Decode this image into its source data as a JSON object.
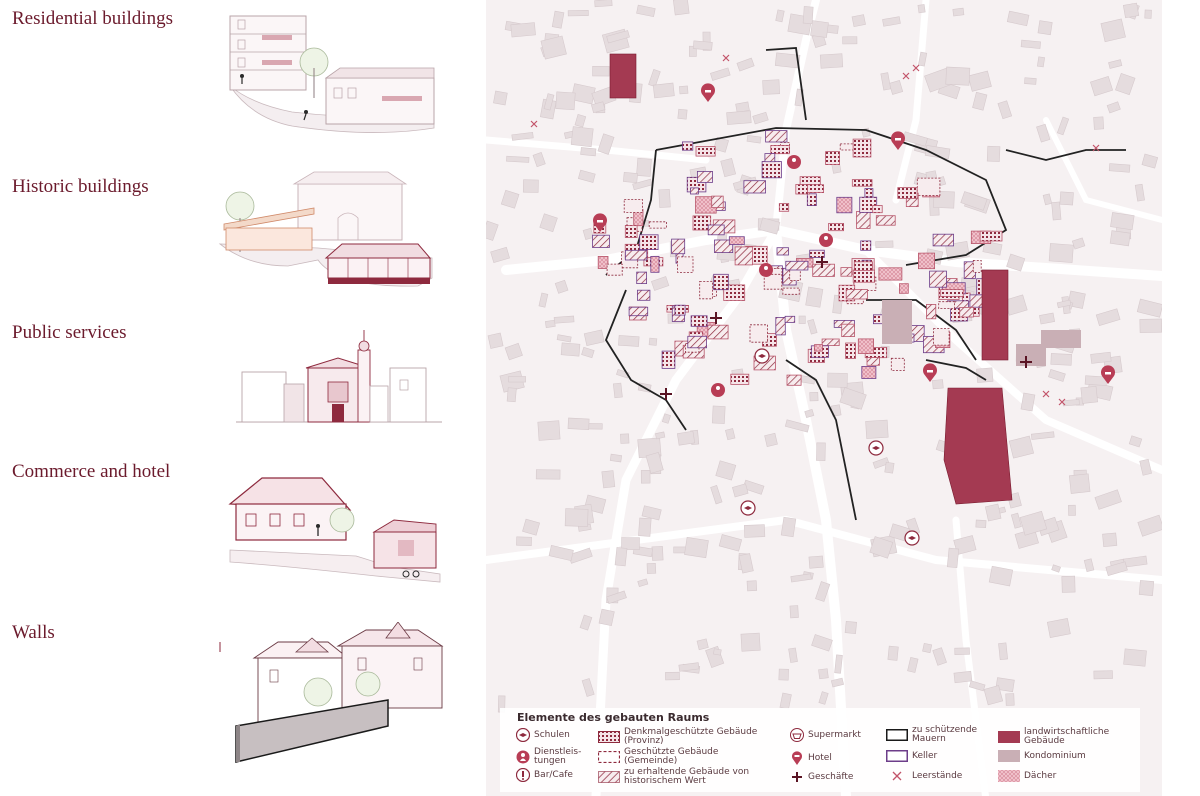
{
  "categories": [
    {
      "label": "Residential buildings"
    },
    {
      "label": "Historic buildings"
    },
    {
      "label": "Public services"
    },
    {
      "label": "Commerce and hotel"
    },
    {
      "label": "Walls"
    }
  ],
  "colors": {
    "accent": "#8e2a3e",
    "light": "#d9a7b1",
    "pale": "#eedde1",
    "building": "#e5dcde",
    "wall": "#1a1a1a"
  },
  "legend": {
    "title": "Elemente des gebauten Raums",
    "items": [
      {
        "icon": "school-icon",
        "label": "Schulen"
      },
      {
        "icon": "person-icon",
        "label": "Dienstleis-\ntungen"
      },
      {
        "icon": "cafe-icon",
        "label": "Bar/Cafe"
      },
      {
        "icon": "dense-pattern-icon",
        "label": "Denkmalgeschützte Gebäude\n(Provinz)"
      },
      {
        "icon": "dashed-outline-icon",
        "label": "Geschützte Gebäude\n(Gemeinde)"
      },
      {
        "icon": "hatch-icon",
        "label": "zu erhaltende Gebäude von\nhistorischem Wert"
      },
      {
        "icon": "basket-icon",
        "label": "Supermarkt"
      },
      {
        "icon": "hotel-pin-icon",
        "label": "Hotel"
      },
      {
        "icon": "cross-icon",
        "label": "Geschäfte"
      },
      {
        "icon": "wall-icon",
        "label": "zu schützende\nMauern"
      },
      {
        "icon": "cellar-icon",
        "label": "Keller"
      },
      {
        "icon": "x-icon",
        "label": "Leerstände"
      },
      {
        "icon": "agri-icon",
        "label": "landwirtschaftliche\nGebäude"
      },
      {
        "icon": "condo-icon",
        "label": "Kondominium"
      },
      {
        "icon": "roof-icon",
        "label": "Dächer"
      }
    ]
  }
}
